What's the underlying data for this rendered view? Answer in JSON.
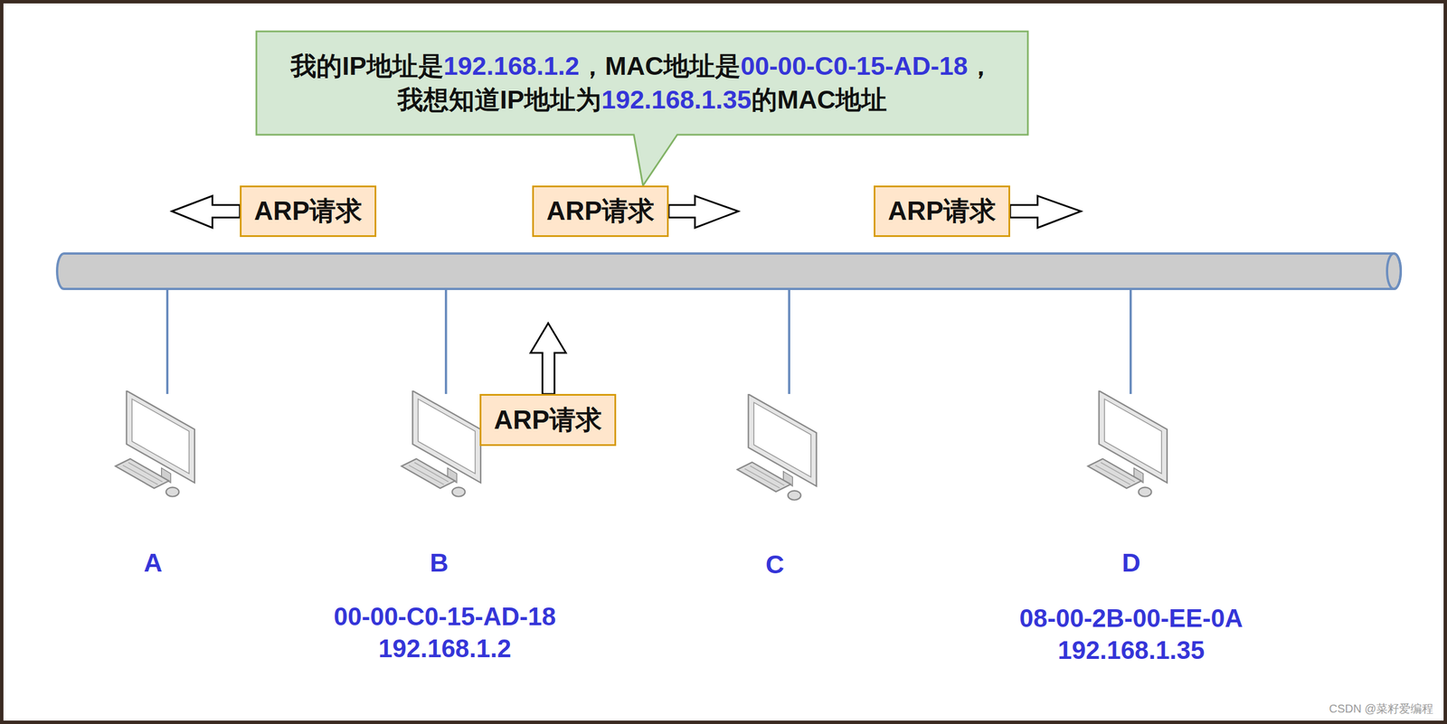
{
  "diagram": {
    "nodes": [
      {
        "text": [
          "我的IP地址是192.168.1.2，MAC地址是00-00-C0-15-AD-18， 我想知道IP地址为192.168.1.35的MAC地址"
        ]
      },
      {
        "text": [
          "ARP请求"
        ]
      },
      {
        "text": [
          "ARP请求"
        ]
      },
      {
        "text": [
          "ARP请求"
        ]
      },
      {
        "text": [
          "ARP请求"
        ]
      }
    ],
    "labels": [
      "A",
      "B",
      "00-00-C0-15-AD-18",
      "192.168.1.2",
      "C",
      "D",
      "08-00-2B-00-EE-0A",
      "192.168.1.35",
      "CSDN @菜籽爱编程"
    ]
  }
}
